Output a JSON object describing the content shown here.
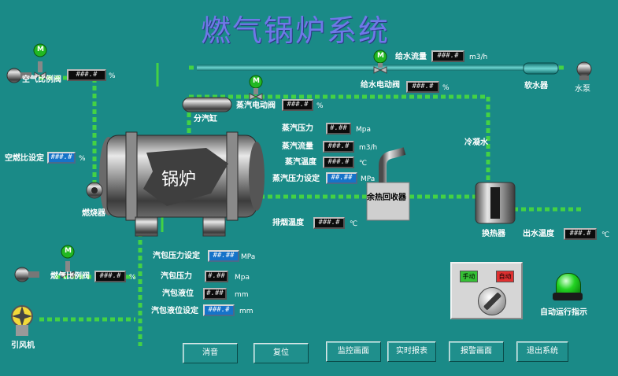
{
  "title": "燃气锅炉系统",
  "equipment": {
    "boiler": "锅炉",
    "air_ratio_valve": "空气比例阀",
    "gas_ratio_valve": "燃气比例阀",
    "burner": "燃烧器",
    "induced_fan": "引风机",
    "steam_header": "分汽缸",
    "steam_valve": "蒸汽电动阀",
    "feedwater_valve": "给水电动阀",
    "softener": "软水器",
    "water_pump": "水泵",
    "heat_recovery": "余热回收器",
    "heat_exchanger": "换热器",
    "condensate": "冷凝水",
    "motor_mark": "M"
  },
  "readouts": {
    "air_ratio": {
      "label": "",
      "value": "###.#",
      "unit": "%"
    },
    "air_fuel_setpoint": {
      "label": "空燃比设定",
      "value": "###.#",
      "unit": "%"
    },
    "gas_ratio": {
      "label": "",
      "value": "###.#",
      "unit": "%"
    },
    "feed_flow": {
      "label": "给水流量",
      "value": "###.#",
      "unit": "m3/h"
    },
    "feed_valve": {
      "label": "",
      "value": "###.#",
      "unit": "%"
    },
    "steam_valve": {
      "label": "",
      "value": "###.#",
      "unit": "%"
    },
    "steam_pressure": {
      "label": "蒸汽压力",
      "value": "#.##",
      "unit": "Mpa"
    },
    "steam_flow": {
      "label": "蒸汽流量",
      "value": "###.#",
      "unit": "m3/h"
    },
    "steam_temp": {
      "label": "蒸汽温度",
      "value": "###.#",
      "unit": "℃"
    },
    "steam_pressure_set": {
      "label": "蒸汽压力设定",
      "value": "##.##",
      "unit": "MPa"
    },
    "flue_temp": {
      "label": "排烟温度",
      "value": "###.#",
      "unit": "℃"
    },
    "outlet_water_temp": {
      "label": "出水温度",
      "value": "###.#",
      "unit": "℃"
    },
    "drum_pressure_set": {
      "label": "汽包压力设定",
      "value": "##.##",
      "unit": "MPa"
    },
    "drum_pressure": {
      "label": "汽包压力",
      "value": "#.##",
      "unit": "Mpa"
    },
    "drum_level": {
      "label": "汽包液位",
      "value": "#.##",
      "unit": "mm"
    },
    "drum_level_set": {
      "label": "汽包液位设定",
      "value": "###.#",
      "unit": "mm"
    }
  },
  "panel": {
    "manual": "手动",
    "auto": "自动"
  },
  "status": {
    "label": "自动运行指示"
  },
  "buttons": [
    "消音",
    "复位",
    "监控画面",
    "实时报表",
    "报警画面",
    "退出系统"
  ],
  "colors": {
    "background": "#1a8a87",
    "pipe": "#44d244",
    "title": "#6f78e8",
    "lamp": "#22d322"
  }
}
